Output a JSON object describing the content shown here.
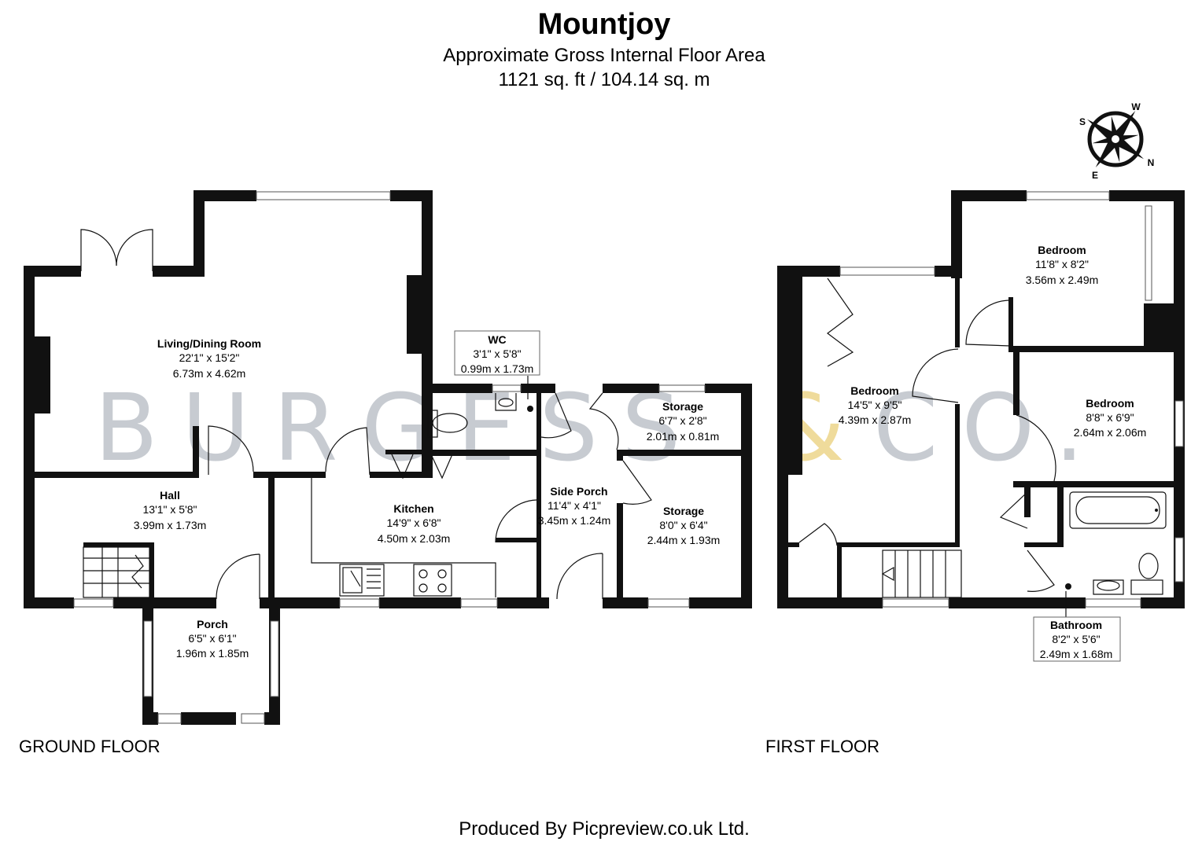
{
  "header": {
    "title": "Mountjoy",
    "subtitle": "Approximate Gross Internal Floor Area",
    "area": "1121 sq. ft / 104.14 sq. m"
  },
  "compass": {
    "n": "N",
    "s": "S",
    "e": "E",
    "w": "W"
  },
  "watermark": {
    "left": "BURGESS",
    "amp": "&",
    "right": "CO."
  },
  "ground_floor": {
    "label": "GROUND FLOOR",
    "rooms": {
      "living": {
        "name": "Living/Dining Room",
        "imperial": "22'1\" x 15'2\"",
        "metric": "6.73m x 4.62m"
      },
      "wc": {
        "name": "WC",
        "imperial": "3'1\" x 5'8\"",
        "metric": "0.99m x 1.73m"
      },
      "storage1": {
        "name": "Storage",
        "imperial": "6'7\" x 2'8\"",
        "metric": "2.01m x 0.81m"
      },
      "hall": {
        "name": "Hall",
        "imperial": "13'1\" x 5'8\"",
        "metric": "3.99m x 1.73m"
      },
      "kitchen": {
        "name": "Kitchen",
        "imperial": "14'9\" x 6'8\"",
        "metric": "4.50m x 2.03m"
      },
      "side_porch": {
        "name": "Side Porch",
        "imperial": "11'4\" x 4'1\"",
        "metric": "3.45m x 1.24m"
      },
      "storage2": {
        "name": "Storage",
        "imperial": "8'0\" x 6'4\"",
        "metric": "2.44m x 1.93m"
      },
      "porch": {
        "name": "Porch",
        "imperial": "6'5\" x 6'1\"",
        "metric": "1.96m x 1.85m"
      }
    }
  },
  "first_floor": {
    "label": "FIRST FLOOR",
    "rooms": {
      "bed_top": {
        "name": "Bedroom",
        "imperial": "11'8\" x 8'2\"",
        "metric": "3.56m x 2.49m"
      },
      "bed_main": {
        "name": "Bedroom",
        "imperial": "14'5\" x 9'5\"",
        "metric": "4.39m x 2.87m"
      },
      "bed_small": {
        "name": "Bedroom",
        "imperial": "8'8\" x 6'9\"",
        "metric": "2.64m x 2.06m"
      },
      "bathroom": {
        "name": "Bathroom",
        "imperial": "8'2\" x 5'6\"",
        "metric": "2.49m x 1.68m"
      }
    }
  },
  "footer": {
    "credit": "Produced By Picpreview.co.uk Ltd."
  }
}
